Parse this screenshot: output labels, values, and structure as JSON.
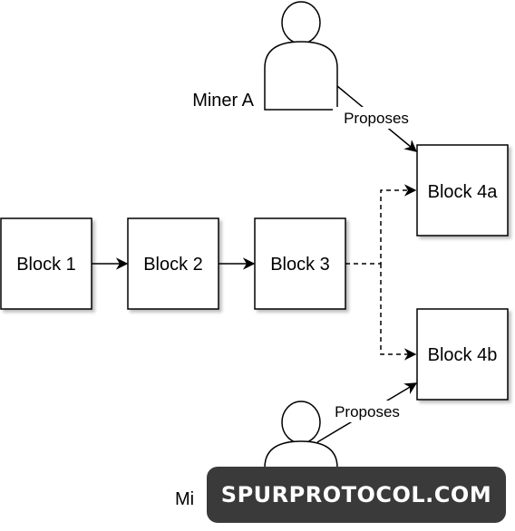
{
  "blocks": {
    "b1": "Block 1",
    "b2": "Block 2",
    "b3": "Block 3",
    "b4a": "Block 4a",
    "b4b": "Block 4b"
  },
  "miners": {
    "a": "Miner A",
    "b": "Mi"
  },
  "edges": {
    "proposes_a": "Proposes",
    "proposes_b": "Proposes"
  },
  "watermark": "SPURPROTOCOL.COM"
}
